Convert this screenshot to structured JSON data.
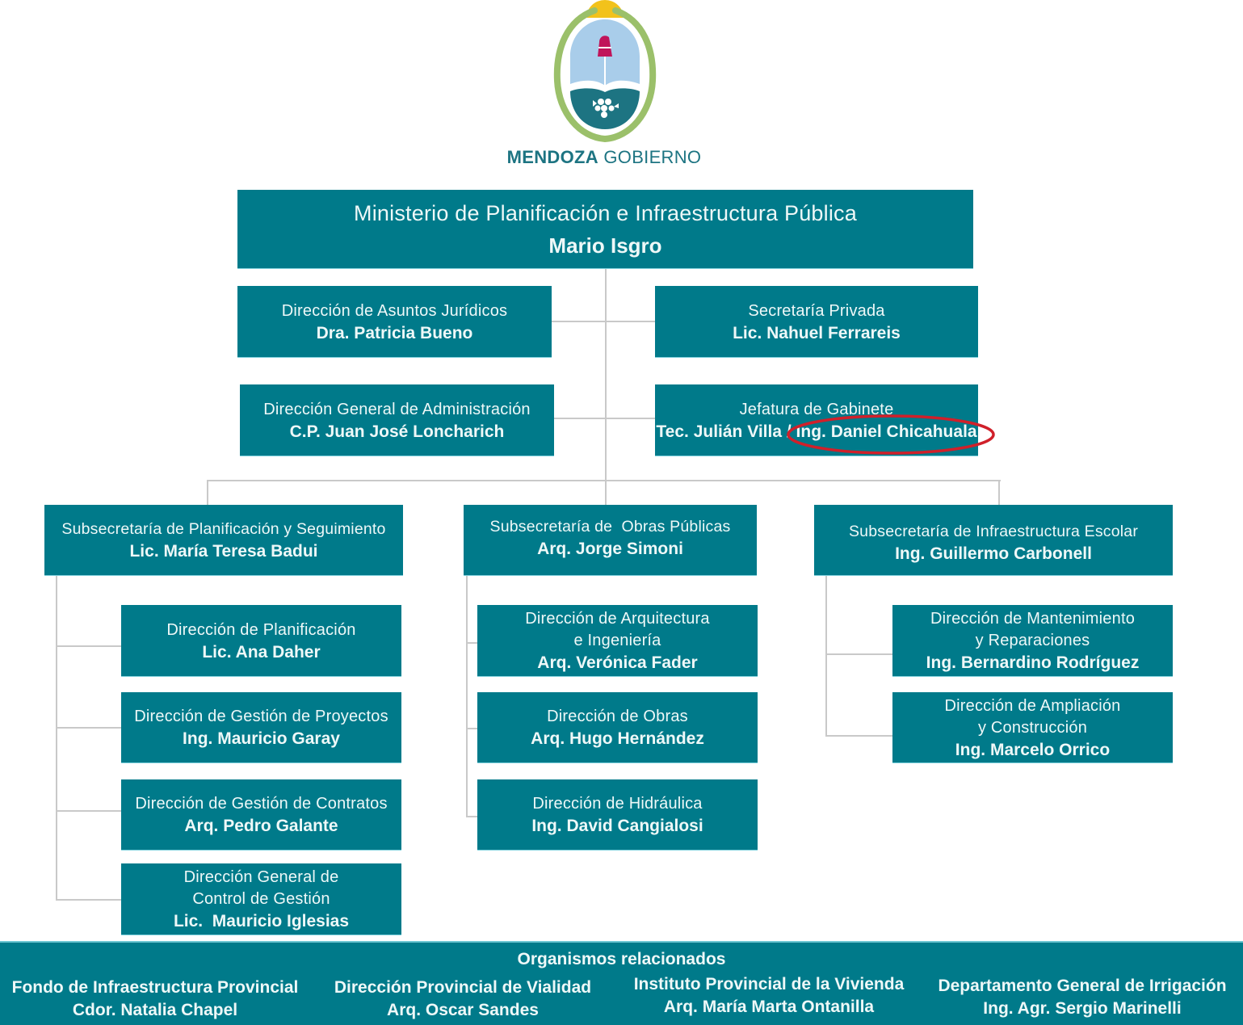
{
  "header": {
    "logo": "mendoza-coat-of-arms-icon",
    "brand_bold": "MENDOZA",
    "brand_regular": "GOBIERNO"
  },
  "colors": {
    "box_fill": "#007a8a",
    "box_text": "#eef8f8",
    "connector": "#c9c9c9",
    "brand_text": "#1d7482",
    "annotation": "#d0202a",
    "logo_sun": "#f2c21b",
    "logo_ring": "#9bc06a",
    "logo_sky": "#a9cdea",
    "logo_cap": "#c0145a",
    "logo_field": "#1d7482"
  },
  "ministry": {
    "title": "Ministerio de Planificación e Infraestructura Pública",
    "person": "Mario Isgro"
  },
  "staff": {
    "juridicos": {
      "title": "Dirección de Asuntos Jurídicos",
      "person": "Dra. Patricia Bueno"
    },
    "privada": {
      "title": "Secretaría Privada",
      "person": "Lic. Nahuel Ferrareis"
    },
    "administracion": {
      "title": "Dirección General de Administración",
      "person": "C.P.  Juan José Loncharich"
    },
    "gabinete": {
      "title": "Jefatura de Gabinete",
      "person": "Tec. Julián Villa / Ing. Daniel Chicahuala",
      "annotated_name": "Ing. Daniel Chicahuala"
    }
  },
  "subsecretarias": [
    {
      "title": "Subsecretaría de Planificación y Seguimiento",
      "person": "Lic. María Teresa Badui",
      "direcciones": [
        {
          "title": [
            "Dirección de Planificación"
          ],
          "person": "Lic. Ana Daher"
        },
        {
          "title": [
            "Dirección de Gestión de Proyectos"
          ],
          "person": "Ing. Mauricio Garay"
        },
        {
          "title": [
            "Dirección de Gestión de Contratos"
          ],
          "person": "Arq. Pedro Galante"
        },
        {
          "title": [
            "Dirección General de",
            "Control de Gestión"
          ],
          "person": "Lic.  Mauricio Iglesias"
        }
      ]
    },
    {
      "title": "Subsecretaría de  Obras Públicas",
      "person": "Arq. Jorge Simoni",
      "direcciones": [
        {
          "title": [
            "Dirección de Arquitectura",
            "e Ingeniería"
          ],
          "person": "Arq. Verónica Fader"
        },
        {
          "title": [
            "Dirección de Obras"
          ],
          "person": "Arq. Hugo Hernández"
        },
        {
          "title": [
            "Dirección de Hidráulica"
          ],
          "person": "Ing. David Cangialosi"
        }
      ]
    },
    {
      "title": "Subsecretaría de Infraestructura Escolar",
      "person": "Ing. Guillermo Carbonell",
      "direcciones": [
        {
          "title": [
            "Dirección de Mantenimiento",
            "y Reparaciones"
          ],
          "person": "Ing. Bernardino Rodríguez"
        },
        {
          "title": [
            "Dirección de Ampliación",
            "y Construcción"
          ],
          "person": "Ing. Marcelo Orrico"
        }
      ]
    }
  ],
  "organismos": {
    "title": "Organismos relacionados",
    "items": [
      {
        "name": "Fondo de Infraestructura Provincial",
        "person": "Cdor. Natalia Chapel"
      },
      {
        "name": "Dirección Provincial de Vialidad",
        "person": "Arq. Oscar Sandes"
      },
      {
        "name": "Instituto Provincial de la Vivienda",
        "person": "Arq. María Marta Ontanilla"
      },
      {
        "name": "Departamento General de Irrigación",
        "person": "Ing. Agr. Sergio Marinelli"
      }
    ]
  }
}
